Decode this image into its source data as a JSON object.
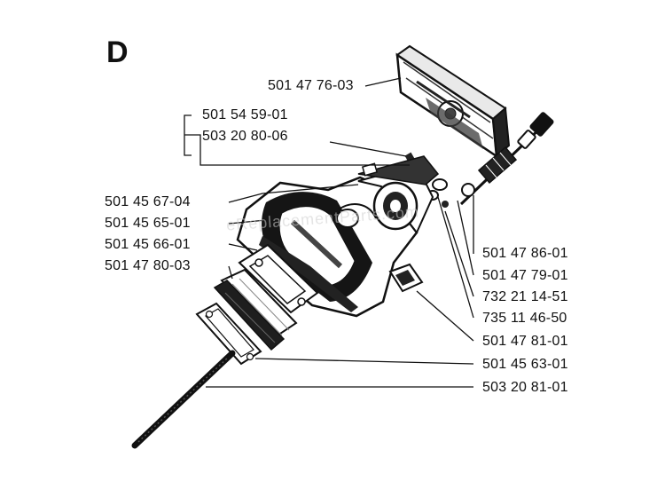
{
  "section_letter": "D",
  "watermark": "eReplacementParts.com",
  "part_numbers": {
    "p1": "501 47 76-03",
    "p2": "501 54 59-01",
    "p3": "503 20 80-06",
    "p4": "501 45 67-04",
    "p5": "501 45 65-01",
    "p6": "501 45 66-01",
    "p7": "501 47 80-03",
    "p8": "501 47 86-01",
    "p9": "501 47 79-01",
    "p10": "732 21 14-51",
    "p11": "735 11 46-50",
    "p12": "501 47 81-01",
    "p13": "501 45 63-01",
    "p14": "503 20 81-01"
  }
}
